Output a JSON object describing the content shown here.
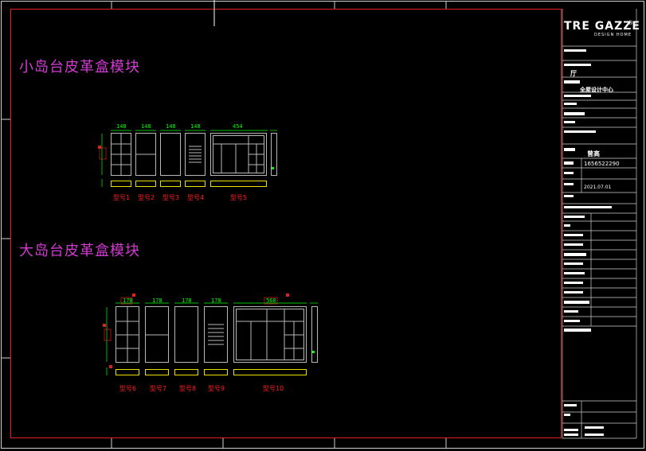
{
  "headings": {
    "small": "小岛台皮革盒模块",
    "large": "大岛台皮革盒模块"
  },
  "small_module": {
    "labels": [
      "型号1",
      "型号2",
      "型号3",
      "型号4",
      "型号5"
    ],
    "top_dims": [
      "148",
      "148",
      "148",
      "148",
      "454"
    ]
  },
  "large_module": {
    "labels": [
      "型号6",
      "型号7",
      "型号8",
      "型号9",
      "型号10"
    ],
    "top_dims": [
      "178",
      "178",
      "178",
      "178",
      "568"
    ]
  },
  "title_block": {
    "logo": "TRE GAZZE",
    "logo_mark": "®",
    "logo_sub": "DESIGN HOME",
    "row_space": "厅",
    "row_center": "全屋设计中心",
    "row_contact": "1656522290",
    "designer": "曾高",
    "date": "2021.07.01"
  },
  "colors": {
    "border": "#e02020",
    "frame": "#d0d0d0",
    "cabinet": "#b8b8b8",
    "dim": "#00ff00",
    "base": "#e8e000",
    "heading": "#d23ad2",
    "label": "#ff2020"
  }
}
